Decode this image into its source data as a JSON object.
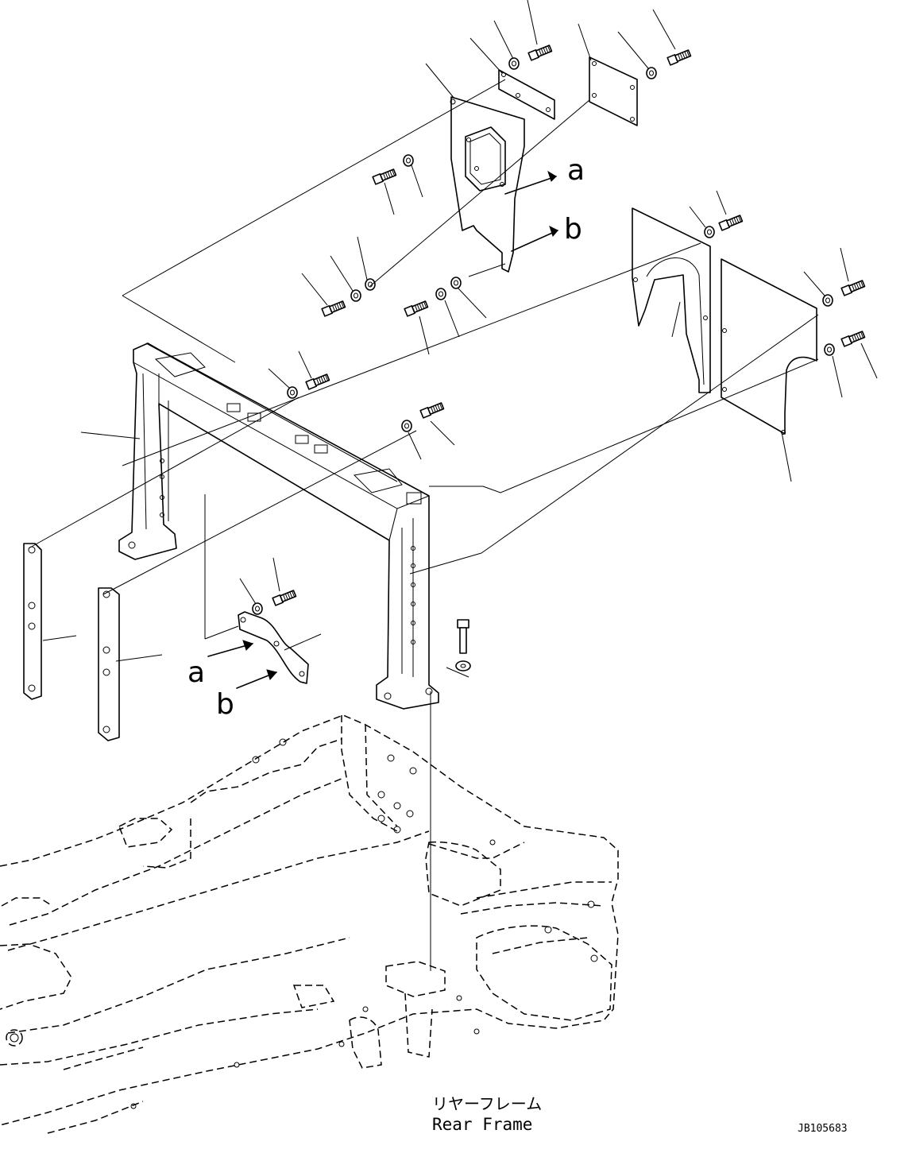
{
  "labels": {
    "arrow_a_top": "a",
    "arrow_b_top": "b",
    "arrow_a_bottom": "a",
    "arrow_b_bottom": "b",
    "caption_jp": "リヤーフレーム",
    "caption_en": "Rear Frame",
    "drawing_code": "JB105683"
  }
}
